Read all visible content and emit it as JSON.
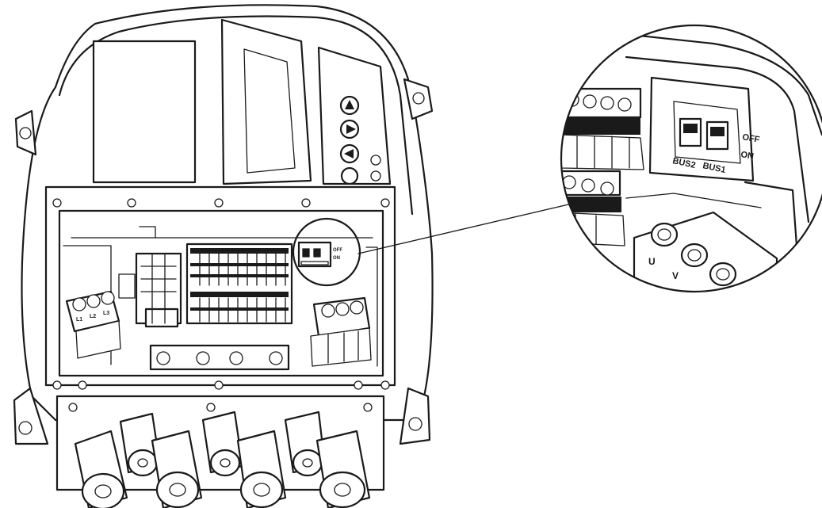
{
  "diagram": {
    "callout": {
      "switch_state_labels": {
        "off": "OFF",
        "on": "ON"
      },
      "switch_names": [
        "BUS2",
        "BUS1"
      ],
      "motor_terminal_labels": [
        "U",
        "V"
      ]
    },
    "unit": {
      "mini_switch_labels": {
        "off": "OFF",
        "on": "ON"
      },
      "mains_terminal_labels": [
        "L1",
        "L2",
        "L3"
      ]
    },
    "colors": {
      "line": "#1a1a1a",
      "background": "#ffffff"
    }
  }
}
